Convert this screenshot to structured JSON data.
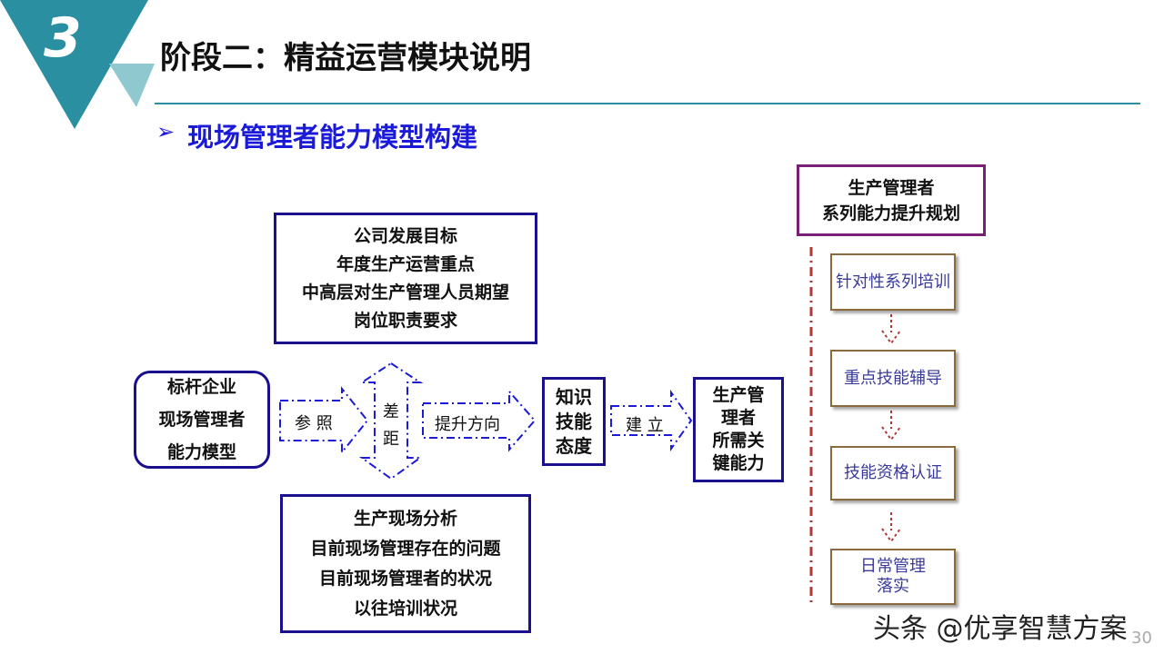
{
  "header": {
    "section_number": "3",
    "title": "阶段二：精益运营模块说明",
    "accent_color": "#2a8fa0",
    "light_accent_color": "#8fc8cf"
  },
  "subtitle": {
    "bullet_icon": "arrow-bullet-icon",
    "text": "现场管理者能力模型构建",
    "color": "#1a1ad8"
  },
  "diagram": {
    "goals_box": {
      "lines": [
        "公司发展目标",
        "年度生产运营重点",
        "中高层对生产管理人员期望",
        "岗位职责要求"
      ]
    },
    "analysis_box": {
      "lines": [
        "生产现场分析",
        "目前现场管理存在的问题",
        "目前现场管理者的状况",
        "以往培训状况"
      ]
    },
    "benchmark_box": {
      "lines": [
        "标杆企业",
        "现场管理者",
        "能力模型"
      ]
    },
    "reference_arrow_label": "参 照",
    "gap_label": [
      "差",
      "距"
    ],
    "direction_arrow_label": "提升方向",
    "ksa_box": {
      "lines": [
        "知识",
        "技能",
        "态度"
      ]
    },
    "build_arrow_label": "建 立",
    "key_box": {
      "lines": [
        "生产管",
        "理者",
        "所需关",
        "键能力"
      ]
    },
    "border_color": "#1a0f8f"
  },
  "plan": {
    "title_lines": [
      "生产管理者",
      "系列能力提升规划"
    ],
    "border_color": "#7a1f78",
    "steps": [
      {
        "lines": [
          "针对性系列培训"
        ]
      },
      {
        "lines": [
          "重点技能辅导"
        ]
      },
      {
        "lines": [
          "技能资格认证"
        ]
      },
      {
        "lines": [
          "日常管理",
          "落实"
        ]
      }
    ],
    "dash_color": "#b03a3a"
  },
  "footer": {
    "page_number": "30",
    "watermark": "头条 @优享智慧方案"
  }
}
